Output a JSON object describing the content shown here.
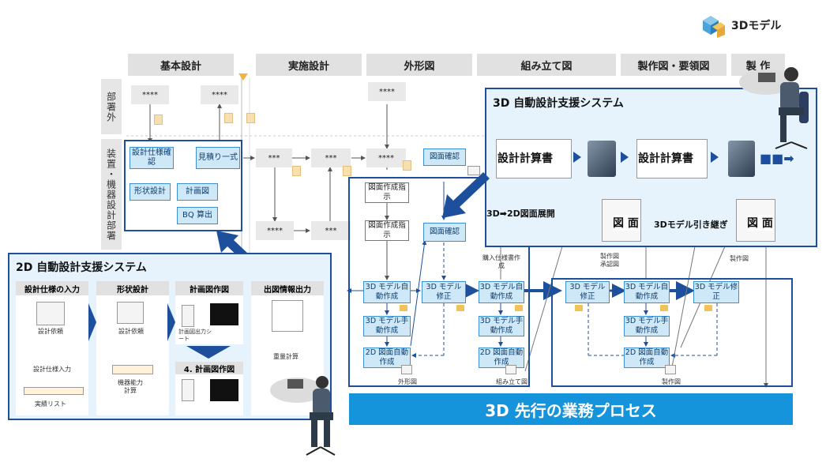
{
  "header": {
    "logo_label": "3Dモデル"
  },
  "phases": [
    "基本設計",
    "実施設計",
    "外形図",
    "組み立て図",
    "製作図・要領図",
    "製 作"
  ],
  "lanes": {
    "outside": "部署外",
    "design": "装置・機器設計部署"
  },
  "placeholders": {
    "four": "****",
    "three": "***"
  },
  "design_lane": {
    "spec_check": "設計仕様確認",
    "estimate": "見積り一式",
    "shape_design": "形状設計",
    "plan_drawing": "計画図",
    "bq": "BQ 算出"
  },
  "system2d": {
    "title": "2D 自動設計支援システム",
    "steps": [
      "設計仕様の入力",
      "形状設計",
      "計画図作図",
      "出図情報出力"
    ],
    "step4": "4. 計画図作図",
    "labels": {
      "request": "設計依頼",
      "spec_input": "設計仕様入力",
      "record_list": "実績リスト",
      "request2": "設計依頼",
      "capacity": "機器能力計算",
      "plan_sheet": "計画図出力シート",
      "weight": "重量計算"
    }
  },
  "system3d": {
    "title": "3D 自動設計支援システム",
    "calc_book": "設計計算書",
    "drawing": "図 面",
    "expand": "3D➡2D図面展開",
    "inherit": "3Dモデル引き継ぎ"
  },
  "flow": {
    "instruct1": "図面作成指示",
    "instruct2": "図面作成指示",
    "confirm1": "図面確認",
    "confirm2": "図面確認",
    "auto_create": "3D モデル自動作成",
    "manual_create": "3D モデル手動作成",
    "modify": "3D モデル修正",
    "auto_2d": "2D 図面自動作成",
    "purchase_spec": "購入仕様書作成",
    "approval": "製作図承認図",
    "prod_drawing": "製作図",
    "outline_drawing": "外形図",
    "assembly_drawing": "組み立て図",
    "prod_drawing2": "製作図"
  },
  "banner": "3D 先行の業務プロセス",
  "colors": {
    "navy": "#1d4f9c",
    "light": "#e6f3fc",
    "box": "#cfe8f8",
    "banner": "#1594dc"
  }
}
